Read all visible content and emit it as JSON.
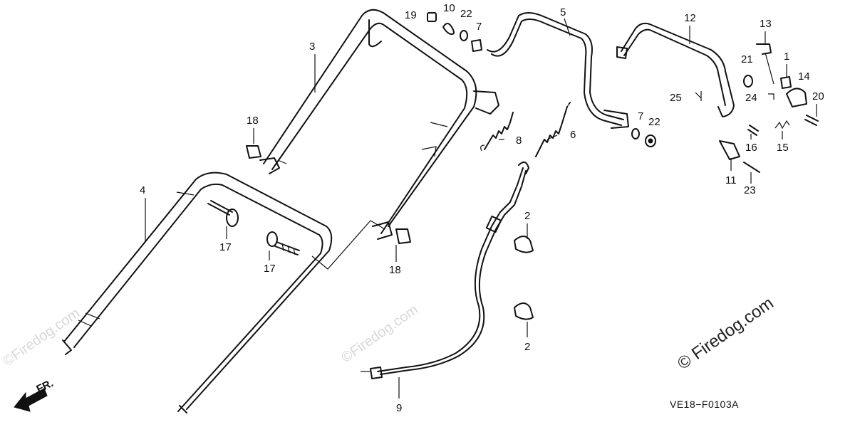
{
  "diagram": {
    "code": "VE18−F0103A",
    "watermark": "©Firedog.com",
    "brand": "© Firedog.com",
    "direction": "FR.",
    "callouts": {
      "c1": "1",
      "c2a": "2",
      "c2b": "2",
      "c3": "3",
      "c4": "4",
      "c5": "5",
      "c6": "6",
      "c7a": "7",
      "c7b": "7",
      "c8": "8",
      "c9": "9",
      "c10": "10",
      "c11": "11",
      "c12": "12",
      "c13": "13",
      "c14": "14",
      "c15": "15",
      "c16": "16",
      "c17a": "17",
      "c17b": "17",
      "c18a": "18",
      "c18b": "18",
      "c19": "19",
      "c20": "20",
      "c21": "21",
      "c22a": "22",
      "c22b": "22",
      "c23": "23",
      "c24": "24",
      "c25": "25"
    }
  }
}
